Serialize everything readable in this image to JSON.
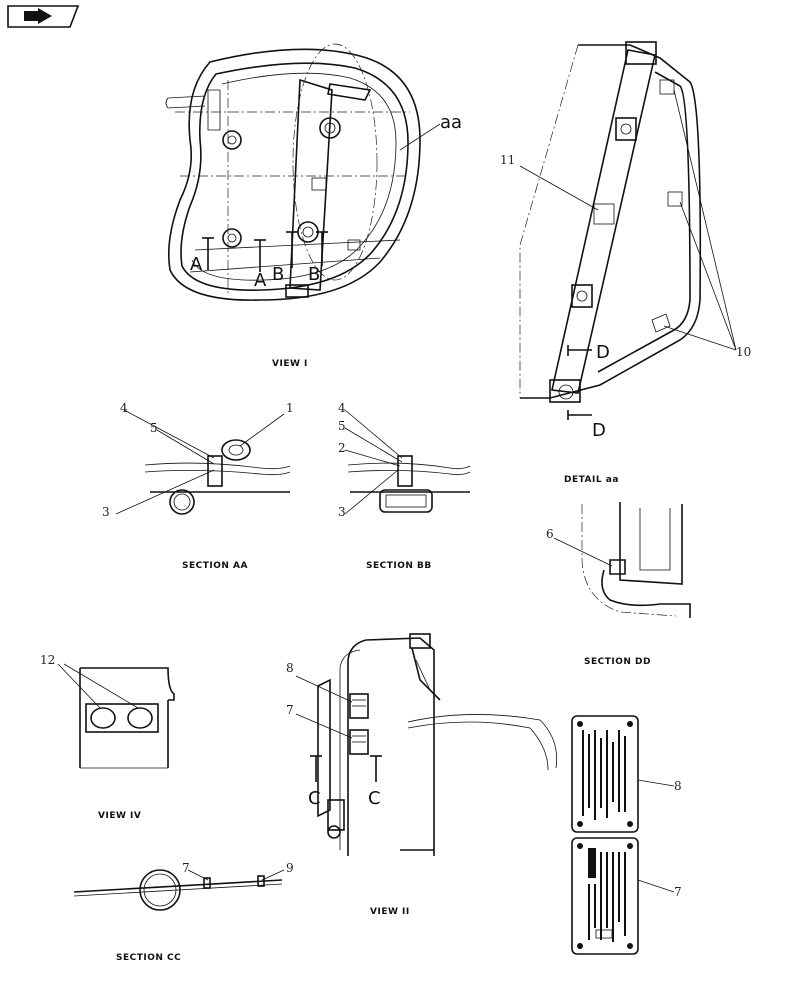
{
  "views": {
    "view_i": "VIEW I",
    "detail_aa": "DETAIL aa",
    "section_aa": "SECTION AA",
    "section_bb": "SECTION BB",
    "section_dd": "SECTION DD",
    "view_iv": "VIEW IV",
    "view_ii": "VIEW II",
    "section_cc": "SECTION CC"
  },
  "section_marks": {
    "a": "A",
    "b": "B",
    "c": "C",
    "d": "D",
    "detail": "aa"
  },
  "callouts": {
    "c1": "1",
    "c2": "2",
    "c3": "3",
    "c4": "4",
    "c5": "5",
    "c6": "6",
    "c7": "7",
    "c8": "8",
    "c9": "9",
    "c10": "10",
    "c11": "11",
    "c12": "12"
  },
  "icons": {
    "corner": "next-page-arrow-icon"
  }
}
